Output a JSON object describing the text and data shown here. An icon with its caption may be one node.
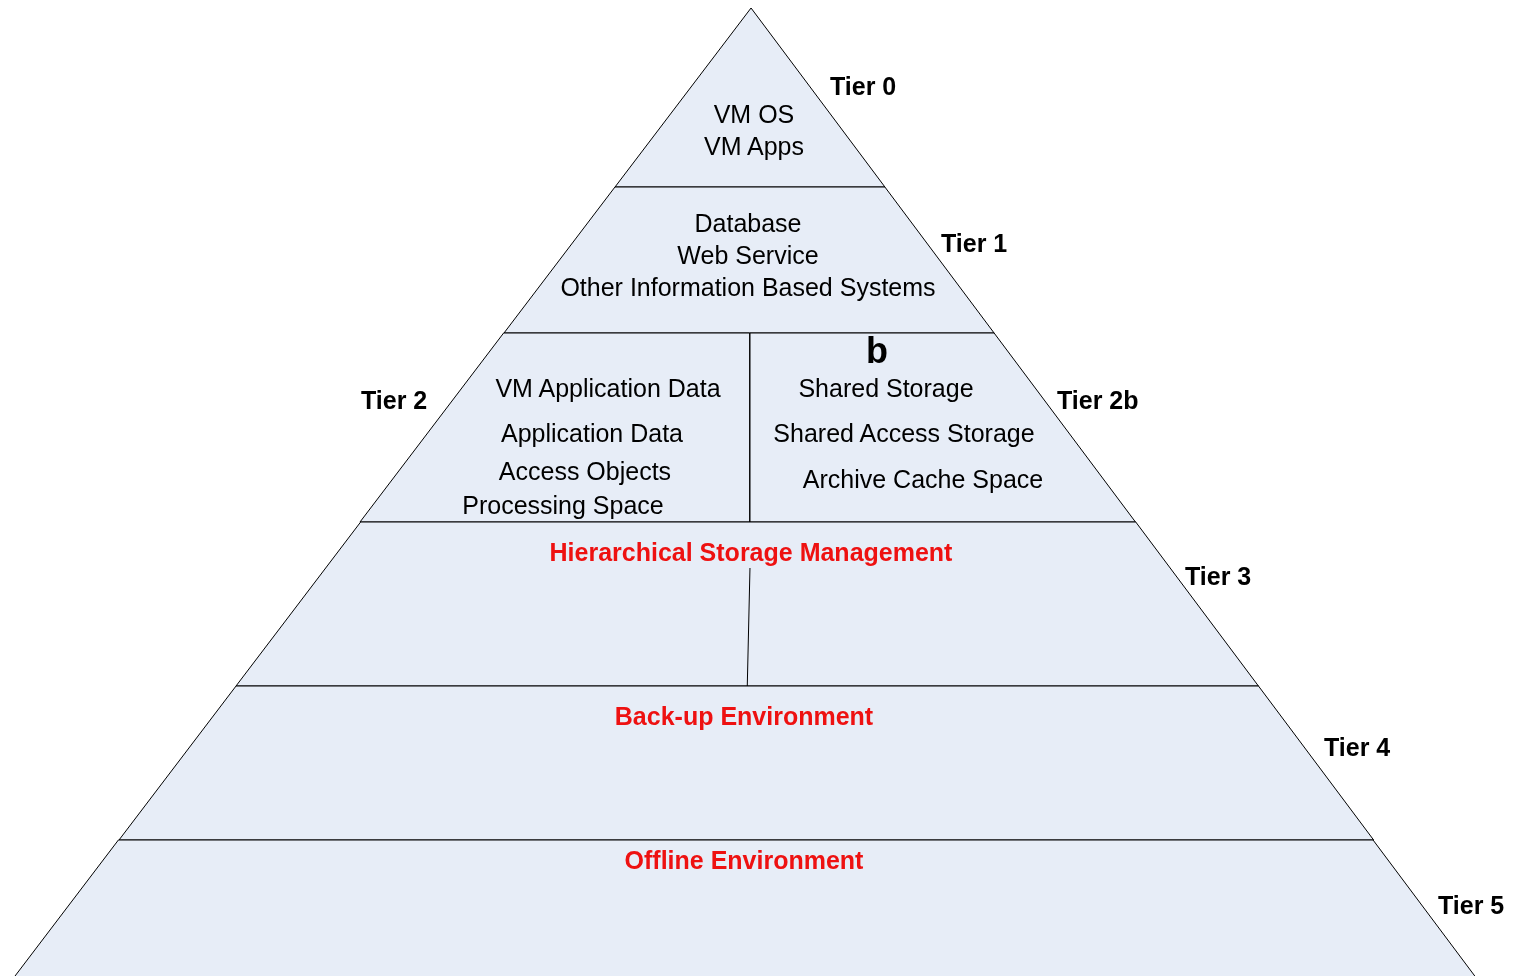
{
  "diagram": {
    "nodes": [
      {
        "text": [
          "VM OS",
          "VM Apps"
        ],
        "beside": [
          "Tier 0"
        ]
      },
      {
        "text": [
          "Database",
          "Web Service",
          "Other Information Based Systems"
        ],
        "beside": [
          "Tier 1"
        ]
      },
      {
        "text": [
          "VM Application Data",
          "Application Data",
          "Access Objects",
          "Processing Space"
        ],
        "beside": [
          "Tier 2"
        ]
      },
      {
        "text": [
          "b",
          "Shared Storage",
          "Shared Access Storage",
          "Archive Cache Space"
        ],
        "beside": [
          "Tier 2b"
        ]
      },
      {
        "text": [
          "Hierarchical Storage Management"
        ],
        "beside": [
          "Tier 3"
        ]
      },
      {
        "text": [
          "Back-up Environment"
        ],
        "beside": [
          "Tier 4"
        ]
      },
      {
        "text": [
          "Offline Environment"
        ],
        "beside": [
          "Tier 5"
        ]
      }
    ]
  }
}
